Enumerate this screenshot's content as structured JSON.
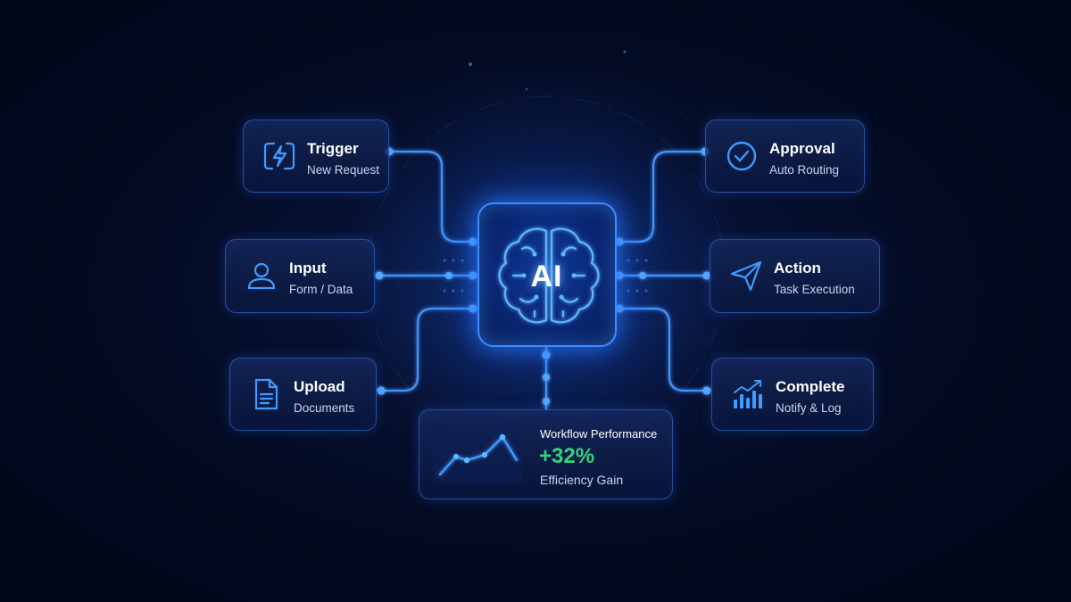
{
  "hub": {
    "label": "AI"
  },
  "nodes": {
    "trigger": {
      "title": "Trigger",
      "subtitle": "New Request"
    },
    "input": {
      "title": "Input",
      "subtitle": "Form / Data"
    },
    "upload": {
      "title": "Upload",
      "subtitle": "Documents"
    },
    "approval": {
      "title": "Approval",
      "subtitle": "Auto Routing"
    },
    "action": {
      "title": "Action",
      "subtitle": "Task Execution"
    },
    "complete": {
      "title": "Complete",
      "subtitle": "Notify & Log"
    }
  },
  "performance": {
    "title": "Workflow Performance",
    "value": "+32%",
    "caption": "Efficiency Gain"
  },
  "colors": {
    "background": "#030a1f",
    "accent": "#2f7dff",
    "glow": "#4aa0ff",
    "positive": "#34d37a"
  },
  "icons": {
    "trigger": "lightning-bolt-icon",
    "input": "user-icon",
    "upload": "document-icon",
    "approval": "check-circle-icon",
    "action": "paper-plane-icon",
    "complete": "bar-chart-trend-icon",
    "hub": "brain-icon"
  }
}
